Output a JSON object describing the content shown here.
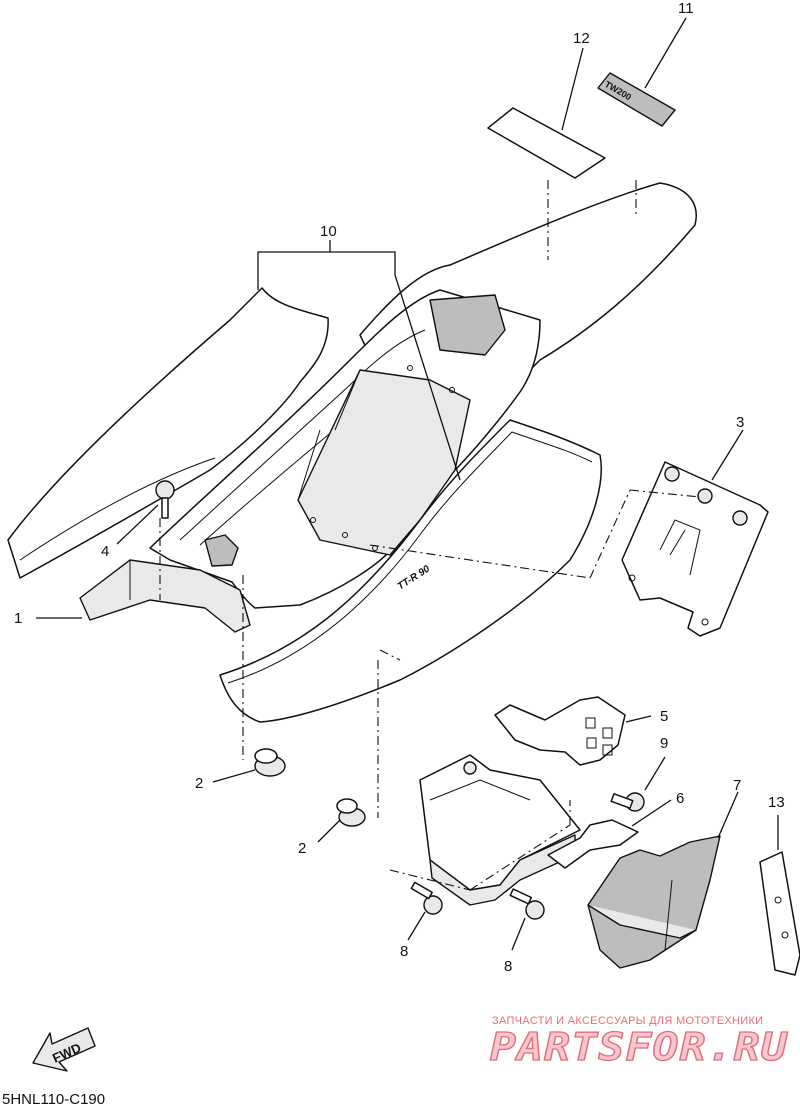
{
  "diagram": {
    "code": "5HNL110-C190",
    "fwd_label": "FWD",
    "decal_11_text": "TW200",
    "emblem_text": "TT-R 90"
  },
  "parts": [
    {
      "ref": "1"
    },
    {
      "ref": "2"
    },
    {
      "ref": "2"
    },
    {
      "ref": "3"
    },
    {
      "ref": "4"
    },
    {
      "ref": "5"
    },
    {
      "ref": "6"
    },
    {
      "ref": "7"
    },
    {
      "ref": "8"
    },
    {
      "ref": "8"
    },
    {
      "ref": "9"
    },
    {
      "ref": "10"
    },
    {
      "ref": "11"
    },
    {
      "ref": "12"
    },
    {
      "ref": "13"
    }
  ],
  "watermark": {
    "tagline": "ЗАПЧАСТИ И АКСЕССУАРЫ ДЛЯ МОТОТЕХНИКИ",
    "brand": "PARTSFOR.RU",
    "color": "#e26c7c"
  }
}
